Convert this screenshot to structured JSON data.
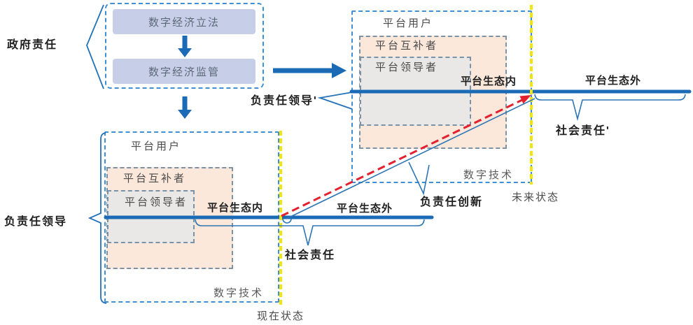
{
  "government": {
    "label": "政府责任",
    "legislation": "数字经济立法",
    "regulation": "数字经济监管"
  },
  "current": {
    "leadership_label": "负责任领导",
    "users": "平台用户",
    "complementors": "平台互补者",
    "leaders": "平台领导者",
    "ecosystem_inside": "平台生态内",
    "ecosystem_outside": "平台生态外",
    "social_responsibility": "社会责任",
    "digital_technology": "数字技术",
    "state": "现在状态"
  },
  "future": {
    "leadership_label": "负责任领导'",
    "users": "平台用户",
    "complementors": "平台互补者",
    "leaders": "平台领导者",
    "ecosystem_inside": "平台生态内",
    "ecosystem_outside": "平台生态外",
    "social_responsibility": "社会责任'",
    "digital_technology": "数字技术",
    "state": "未来状态"
  },
  "innovation_label": "负责任创新",
  "colors": {
    "thick_line_blue": "#1b6ab5",
    "thin_line_blue": "#2e75b6",
    "gov_box_fill": "#c6cfe7",
    "orange_fill": "#fbe8da",
    "gray_fill": "#e9e8e7",
    "outer_dash_blue": "#3f8fd4",
    "inner_dash_gray_blue": "#7b91a5",
    "state_line_yellow": "#f2e50a",
    "innovation_red": "#e4202e"
  }
}
